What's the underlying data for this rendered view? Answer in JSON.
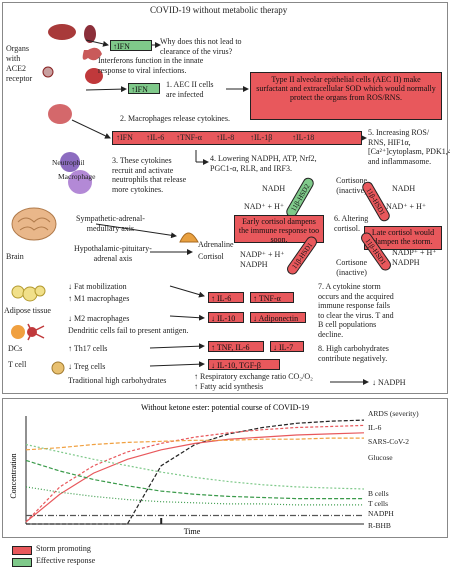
{
  "top_title": "COVID-19 without metabolic therapy",
  "left_labels": {
    "organs": [
      "Organs",
      "with",
      "ACE2",
      "receptor"
    ],
    "neutrophil": "Neutrophil",
    "macrophage": "Macrophage",
    "brain": "Brain",
    "adipose": "Adipose tissue",
    "dcs": "DCs",
    "tcell": "T cell"
  },
  "arrows": {
    "up": "↑",
    "down": "↓",
    "right": "→"
  },
  "ifn_box": "IFN",
  "q_virus": [
    "Why does this not lead to",
    "clearance of the virus?"
  ],
  "interferons": [
    "Interferons function in the innate",
    "response to viral infections."
  ],
  "ifn_box2": "IFN",
  "aec_infected": [
    "1. AEC II cells",
    "are infected"
  ],
  "type2_box": "Type II alveolar epithelial cells (AEC II) make surfactant and extracellular SOD which would normally protect the organs from ROS/RNS.",
  "macrophages_release": "2. Macrophages release cytokines.",
  "cytokines": [
    "IFN",
    "IL-6",
    "TNF-α",
    "IL-8",
    "IL-1β",
    "IL-18"
  ],
  "step3": [
    "3. These cytokines",
    "recruit and activate",
    "neutrophils that release",
    "more cytokines."
  ],
  "step4": [
    "4. Lowering NADPH, ATP, Nrf2,",
    "PGC1-α, RLR, and IRF3."
  ],
  "step5": [
    "5. Increasing ROS/",
    "RNS, HIF1α,",
    "[Ca²⁺]cytoplasm, PDK1,4,",
    "and inflammasome."
  ],
  "cortisone_top": [
    "Cortisone",
    "(inactive)"
  ],
  "nadh_left": "NADH",
  "nad_left": "NAD⁺ + H⁺",
  "nadh_right": "NADH",
  "nad_right": "NAD⁺ + H⁺",
  "enzyme_2": "11β-HSD2",
  "enzyme_1": "11β-HSD1",
  "step6": [
    "6. Altering",
    "cortisol."
  ],
  "early_cortisol": "Early cortisol dampens the immune response too soon.",
  "late_cortisol": "Late cortisol would dampen the storm.",
  "sympathetic": [
    "Sympathetic-adrenal-",
    "medullary axis"
  ],
  "hpa": [
    "Hypothalamic-pituitary-",
    "adrenal axis"
  ],
  "adrenaline": "Adrenaline",
  "cortisol": "Cortisol",
  "nadph_bottom_left": [
    "NADP⁺ + H⁺",
    "NADPH"
  ],
  "cortisone_bottom": [
    "Cortisone",
    "(inactive)"
  ],
  "nadph_bottom_right": [
    "NADP⁺ + H⁺",
    "NADPH"
  ],
  "fat_mob": "Fat mobilization",
  "m1": "M1 macrophages",
  "m2": "M2 macrophages",
  "il6": "IL-6",
  "tnfa": "TNF-α",
  "il10": "IL-10",
  "adiponectin": "Adiponectin",
  "step7": [
    "7. A cytokine storm",
    "occurs and the acquired",
    "immune response fails",
    "to clear the virus. T and",
    "B cell populations",
    "decline."
  ],
  "dendritic": "Dendritic cells fail to present antigen.",
  "th17": "Th17 cells",
  "treg": "Treg cells",
  "tnf_il6": "TNF, IL-6",
  "il7": "IL-7",
  "il10_tgf": "IL-10, TGF-β",
  "step8": [
    "8. High carbohydrates",
    "contribute negatively."
  ],
  "carbs": "Traditional high carbohydrates",
  "resp_ratio": "Respiratory exchange ratio CO₂/O₂",
  "fatty_acid": "Fatty acid synthesis",
  "nadph_final": "NADPH",
  "chart_data": {
    "type": "line",
    "title": "Without ketone ester: potential course of COVID-19",
    "xlabel": "Time",
    "ylabel": "Concentration",
    "x": [
      0,
      0.1,
      0.2,
      0.3,
      0.4,
      0.5,
      0.6,
      0.7,
      0.8,
      0.9,
      1.0
    ],
    "marker_x": 0.4,
    "ylim": [
      0,
      1
    ],
    "series": [
      {
        "name": "ARDS (severity)",
        "color": "#222222",
        "dash": "4,2",
        "values": [
          0.0,
          0.0,
          0.0,
          0.0,
          0.55,
          0.75,
          0.85,
          0.91,
          0.95,
          0.97,
          0.98
        ]
      },
      {
        "name": "IL-6",
        "color": "#e8585c",
        "dash": "3,2",
        "values": [
          0.02,
          0.35,
          0.55,
          0.68,
          0.76,
          0.82,
          0.86,
          0.89,
          0.91,
          0.92,
          0.93
        ]
      },
      {
        "name": "SARS-CoV-2",
        "color": "#e8585c",
        "dash": "",
        "values": [
          0.02,
          0.28,
          0.48,
          0.61,
          0.7,
          0.76,
          0.8,
          0.82,
          0.84,
          0.85,
          0.86
        ]
      },
      {
        "name": "Glucose",
        "color": "#f0a040",
        "dash": "4,2",
        "values": [
          0.7,
          0.72,
          0.75,
          0.77,
          0.78,
          0.79,
          0.79,
          0.8,
          0.8,
          0.81,
          0.81
        ]
      },
      {
        "name": "B cells",
        "color": "#7fc98a",
        "dash": "2,2",
        "values": [
          0.75,
          0.68,
          0.61,
          0.55,
          0.49,
          0.44,
          0.4,
          0.37,
          0.35,
          0.34,
          0.33
        ]
      },
      {
        "name": "T cells",
        "color": "#3a9a4a",
        "dash": "4,2",
        "values": [
          0.6,
          0.5,
          0.42,
          0.36,
          0.31,
          0.28,
          0.26,
          0.25,
          0.24,
          0.24,
          0.24
        ]
      },
      {
        "name": "NADPH",
        "color": "#3a9a4a",
        "dash": "1,2",
        "values": [
          0.35,
          0.3,
          0.26,
          0.23,
          0.21,
          0.2,
          0.19,
          0.19,
          0.18,
          0.18,
          0.18
        ]
      },
      {
        "name": "R-BHB",
        "color": "#555555",
        "dash": "6,2,1,2",
        "values": [
          0.08,
          0.08,
          0.08,
          0.08,
          0.08,
          0.08,
          0.08,
          0.08,
          0.08,
          0.08,
          0.08
        ]
      }
    ]
  },
  "legend": [
    {
      "label": "Storm promoting",
      "color": "#e8585c"
    },
    {
      "label": "Effective response",
      "color": "#7fc98a"
    }
  ]
}
